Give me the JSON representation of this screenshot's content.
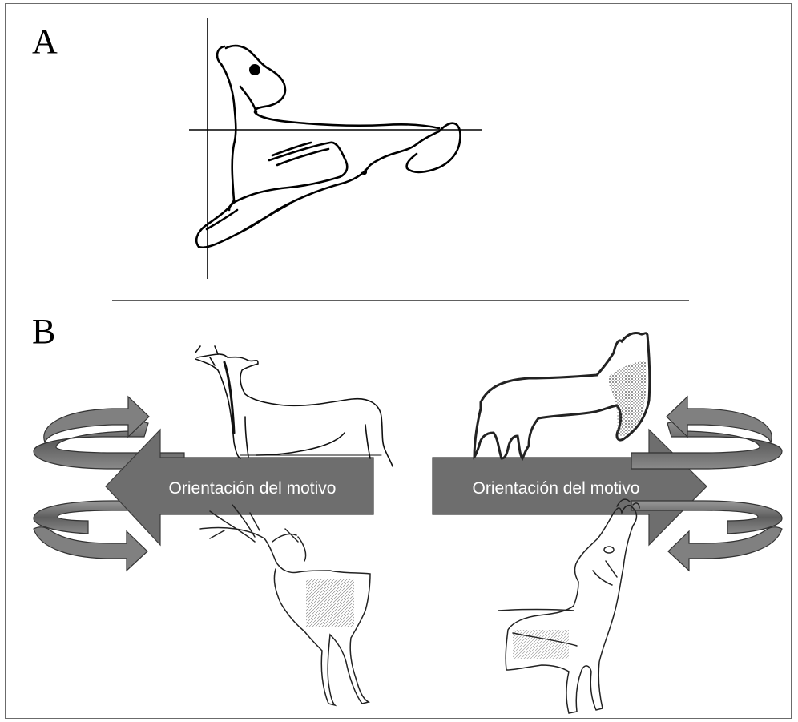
{
  "panel_a": {
    "letter": "A"
  },
  "panel_b": {
    "letter": "B",
    "left_arrow_label": "Orientación del motivo",
    "right_arrow_label": "Orientación del motivo"
  },
  "colors": {
    "arrow_fill": "#6e6e6e",
    "arrow_stroke": "#3c3c3c",
    "curved_arrow_fill": "#7a7a7a",
    "line": "#000000"
  }
}
